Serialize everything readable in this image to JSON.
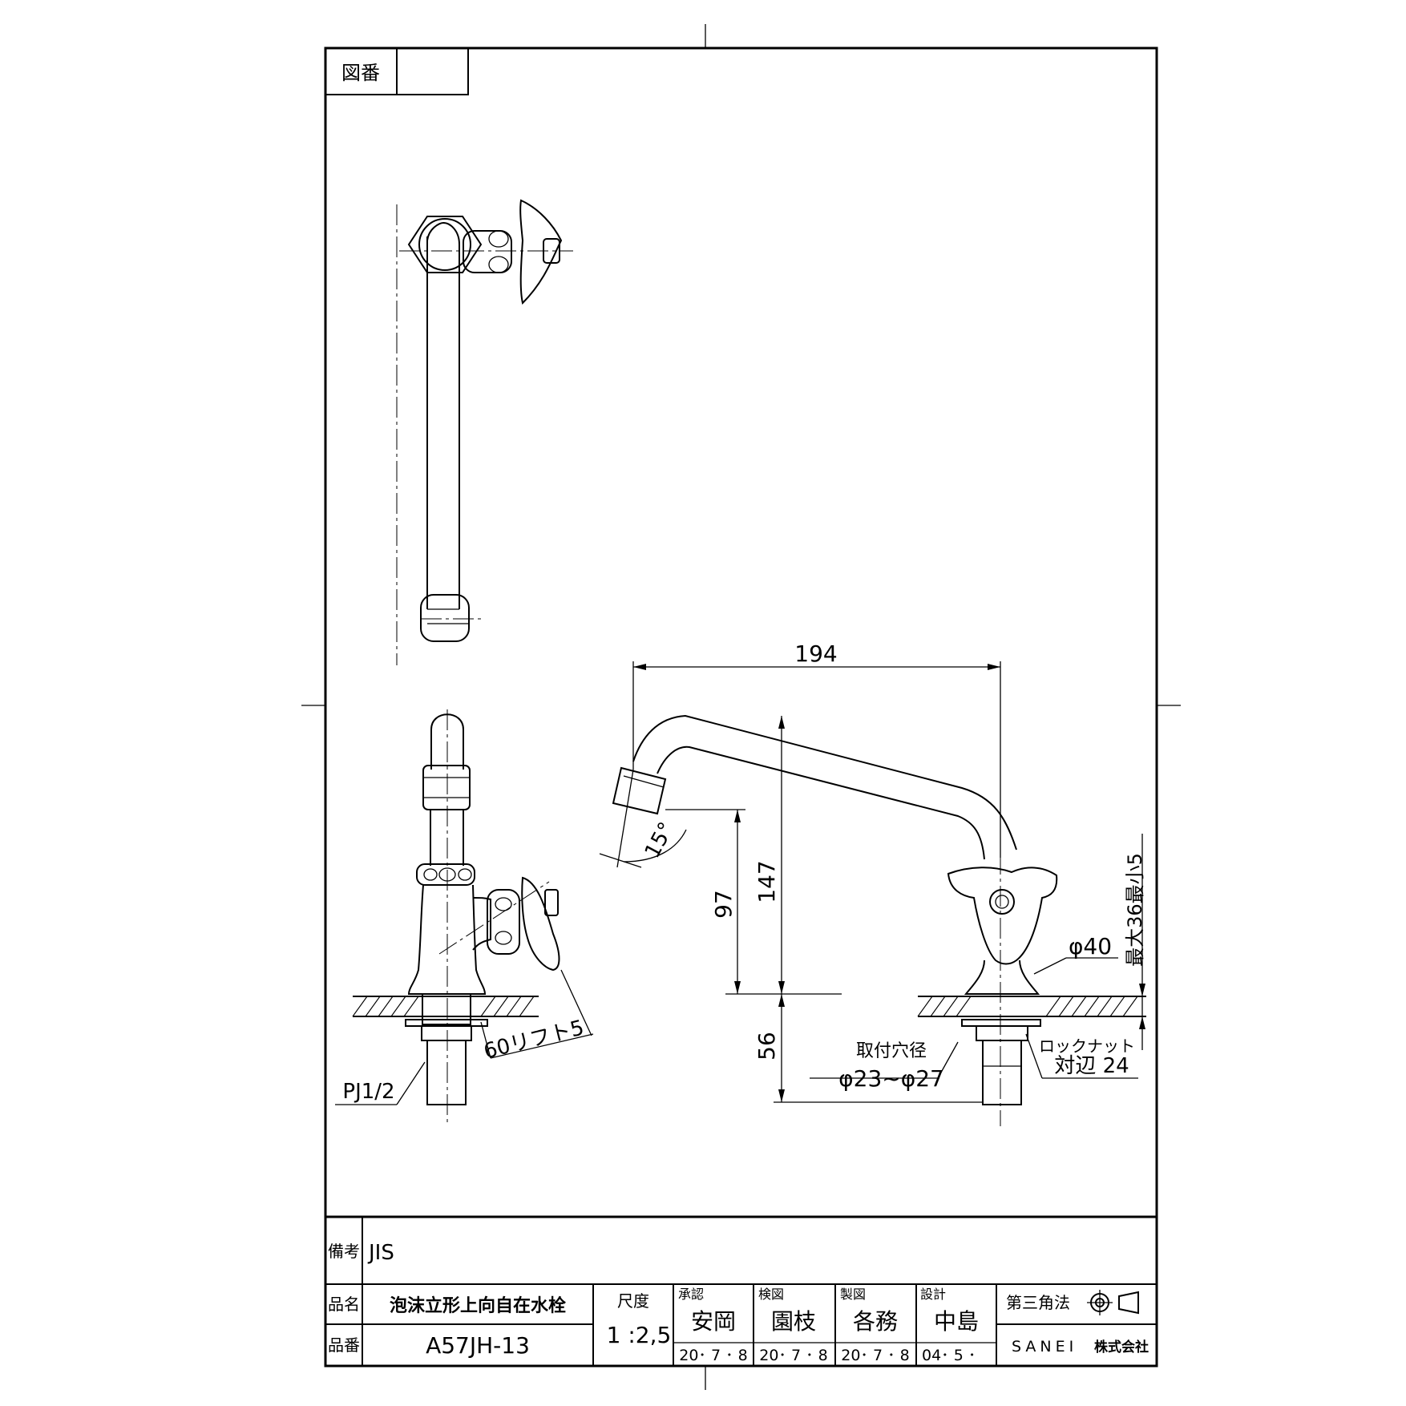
{
  "drawing_number_label": "図番",
  "drawing_number_value": "",
  "dimensions": {
    "reach": "194",
    "height_total": "147",
    "height_spout": "97",
    "shank": "56",
    "angle": "15°",
    "lift": "60リフト5",
    "thread": "PJ1/2",
    "body_diameter": "φ40",
    "mounting_hole_label": "取付穴径",
    "mounting_hole_value": "φ23~φ27",
    "locknut_label": "ロックナット",
    "locknut_value": "対辺 24",
    "counter_thickness": "最大36最小5"
  },
  "title_block": {
    "remarks_label": "備考",
    "remarks_value": "JIS",
    "name_label": "品名",
    "name_value": "泡沫立形上向自在水栓",
    "number_label": "品番",
    "number_value": "A57JH-13",
    "scale_label": "尺度",
    "scale_value": "1 :2,5",
    "approved_label": "承認",
    "approved_name": "安岡",
    "approved_date": "20･ 7 ･ 8",
    "checked_label": "検図",
    "checked_name": "園枝",
    "checked_date": "20･ 7 ･ 8",
    "drawn_label": "製図",
    "drawn_name": "各務",
    "drawn_date": "20･ 7 ･ 8",
    "design_label": "設計",
    "design_name": "中島",
    "design_date": "04･ 5 ･",
    "projection_label": "第三角法",
    "company": "SANEI",
    "company_suffix": "株式会社"
  }
}
